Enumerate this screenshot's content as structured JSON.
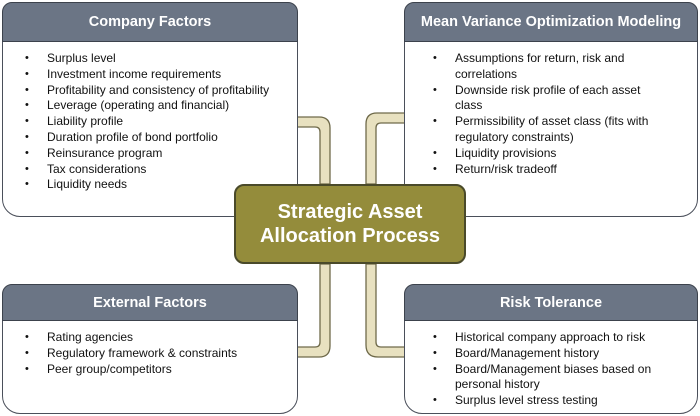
{
  "colors": {
    "header_fill": "#6b7585",
    "center_fill": "#948c3b",
    "arrow_fill": "#e8e1c0",
    "arrow_stroke": "#6f6a4a"
  },
  "center": {
    "line1": "Strategic Asset",
    "line2": "Allocation Process"
  },
  "company_factors": {
    "title": "Company Factors",
    "items": [
      "Surplus level",
      "Investment income requirements",
      "Profitability and consistency of profitability",
      "Leverage (operating and financial)",
      "Liability profile",
      "Duration profile of bond portfolio",
      "Reinsurance program",
      "Tax considerations",
      "Liquidity needs"
    ]
  },
  "mean_variance": {
    "title": "Mean Variance Optimization Modeling",
    "items": [
      "Assumptions for return, risk and correlations",
      "Downside risk profile of each asset class",
      "Permissibility of asset class (fits with regulatory constraints)",
      "Liquidity provisions",
      "Return/risk tradeoff"
    ]
  },
  "external_factors": {
    "title": "External Factors",
    "items": [
      "Rating agencies",
      "Regulatory framework & constraints",
      "Peer group/competitors"
    ]
  },
  "risk_tolerance": {
    "title": "Risk Tolerance",
    "items": [
      "Historical company approach to risk",
      "Board/Management history",
      "Board/Management biases based on personal history",
      "Surplus level stress testing"
    ]
  }
}
